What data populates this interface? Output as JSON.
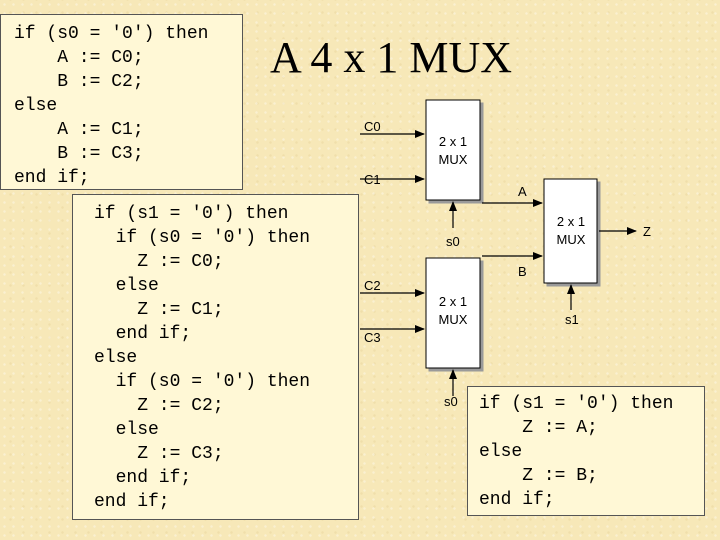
{
  "title": "A 4 x 1 MUX",
  "code_top": [
    "if (s0 = '0') then",
    "    A := C0;",
    "    B := C2;",
    "else",
    "    A := C1;",
    "    B := C3;",
    "end if;"
  ],
  "code_mid": [
    "if (s1 = '0') then",
    "  if (s0 = '0') then",
    "    Z := C0;",
    "  else",
    "    Z := C1;",
    "  end if;",
    "else",
    "  if (s0 = '0') then",
    "    Z := C2;",
    "  else",
    "    Z := C3;",
    "  end if;",
    "end if;"
  ],
  "code_right": [
    "if (s1 = '0') then",
    "    Z := A;",
    "else",
    "    Z := B;",
    "end if;"
  ],
  "diagram": {
    "mux_top": {
      "line1": "2 x 1",
      "line2": "MUX"
    },
    "mux_bottom": {
      "line1": "2 x 1",
      "line2": "MUX"
    },
    "mux_final": {
      "line1": "2 x 1",
      "line2": "MUX"
    },
    "inputs": {
      "c0": "C0",
      "c1": "C1",
      "c2": "C2",
      "c3": "C3"
    },
    "selects": {
      "s0_top": "s0",
      "s0_bottom": "s0",
      "s1": "s1"
    },
    "signals": {
      "a": "A",
      "b": "B",
      "z": "Z"
    }
  }
}
